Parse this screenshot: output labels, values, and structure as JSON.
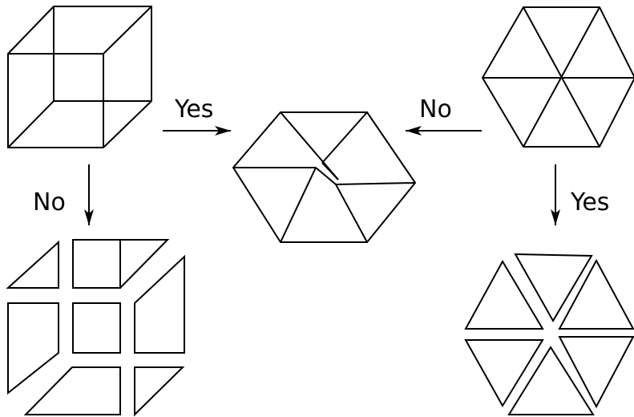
{
  "labels": {
    "top_left_arrow": "Yes",
    "top_right_arrow": "No",
    "left_down_arrow": "No",
    "right_down_arrow": "Yes"
  },
  "colors": {
    "stroke": "#000000",
    "background": "#ffffff"
  }
}
